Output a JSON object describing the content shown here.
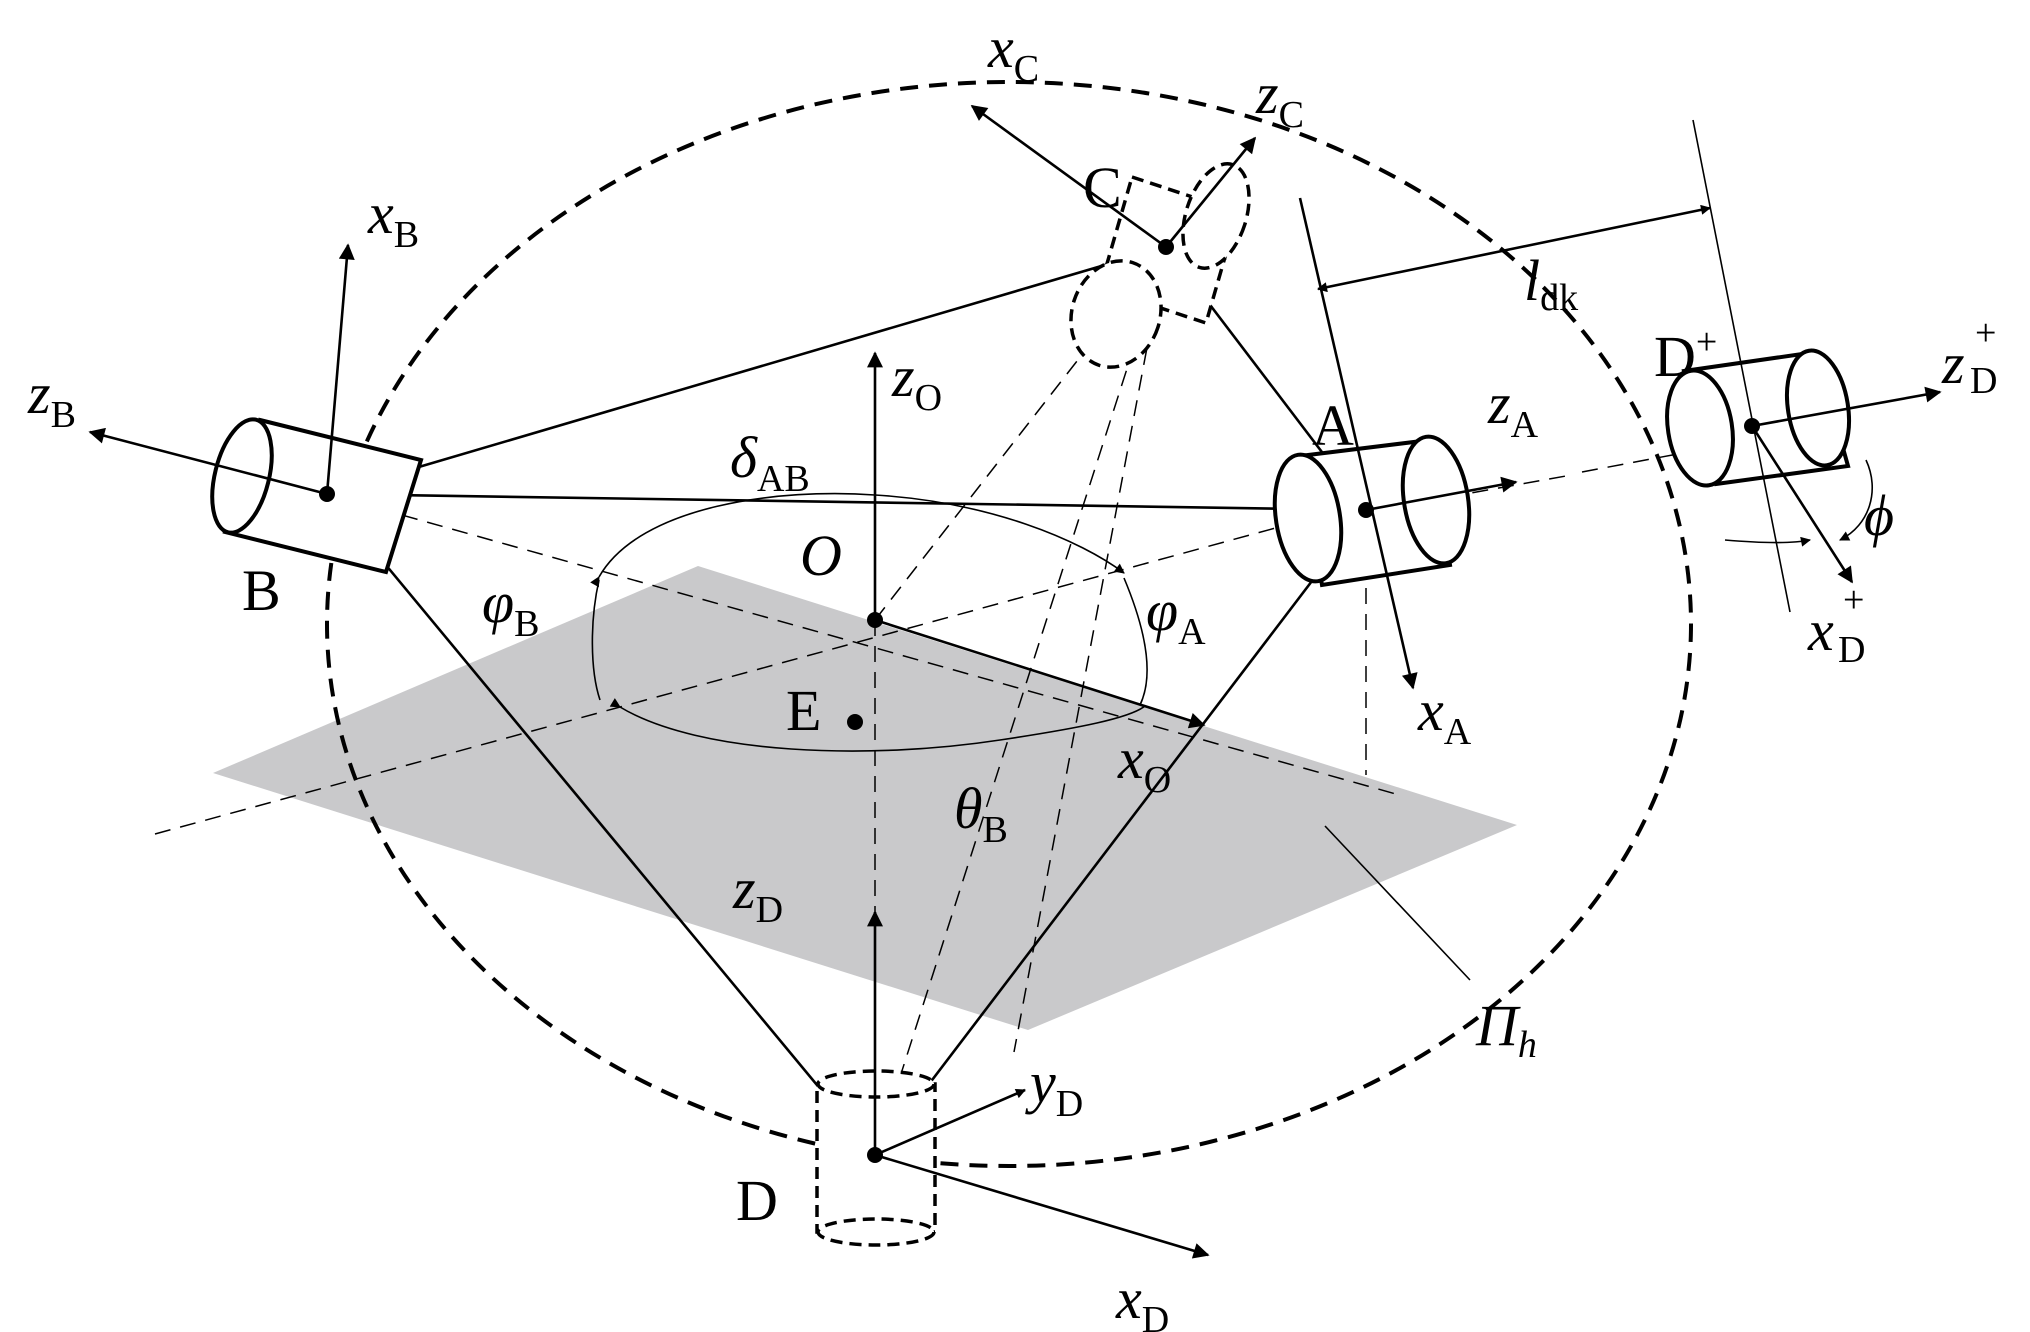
{
  "figure": {
    "nodes": {
      "A": "A",
      "B": "B",
      "C": "C",
      "D": "D",
      "D_plus": "D",
      "E": "E",
      "O": "O"
    },
    "plane": {
      "base": "Π",
      "sub": "h"
    },
    "axes": {
      "xB": {
        "base": "x",
        "sub": "B"
      },
      "zB": {
        "base": "z",
        "sub": "B"
      },
      "xC": {
        "base": "x",
        "sub": "C"
      },
      "zC": {
        "base": "z",
        "sub": "C"
      },
      "zO": {
        "base": "z",
        "sub": "O"
      },
      "xO": {
        "base": "x",
        "sub": "O"
      },
      "zA": {
        "base": "z",
        "sub": "A"
      },
      "xA": {
        "base": "x",
        "sub": "A"
      },
      "zD": {
        "base": "z",
        "sub": "D"
      },
      "xD": {
        "base": "x",
        "sub": "D"
      },
      "yD": {
        "base": "y",
        "sub": "D"
      },
      "zDplus": {
        "base": "z",
        "sub": "D",
        "sup": "+"
      },
      "xDplus": {
        "base": "x",
        "sub": "D",
        "sup": "+"
      }
    },
    "angles": {
      "deltaAB": {
        "base": "δ",
        "sub": "AB"
      },
      "phiA": {
        "base": "φ",
        "sub": "A"
      },
      "phiB": {
        "base": "φ",
        "sub": "B"
      },
      "thetaB": {
        "base": "θ",
        "sub": "B"
      },
      "phi": "ϕ"
    },
    "distance": {
      "base": "l",
      "sub": "dk"
    },
    "d_plus_sup": "+"
  }
}
